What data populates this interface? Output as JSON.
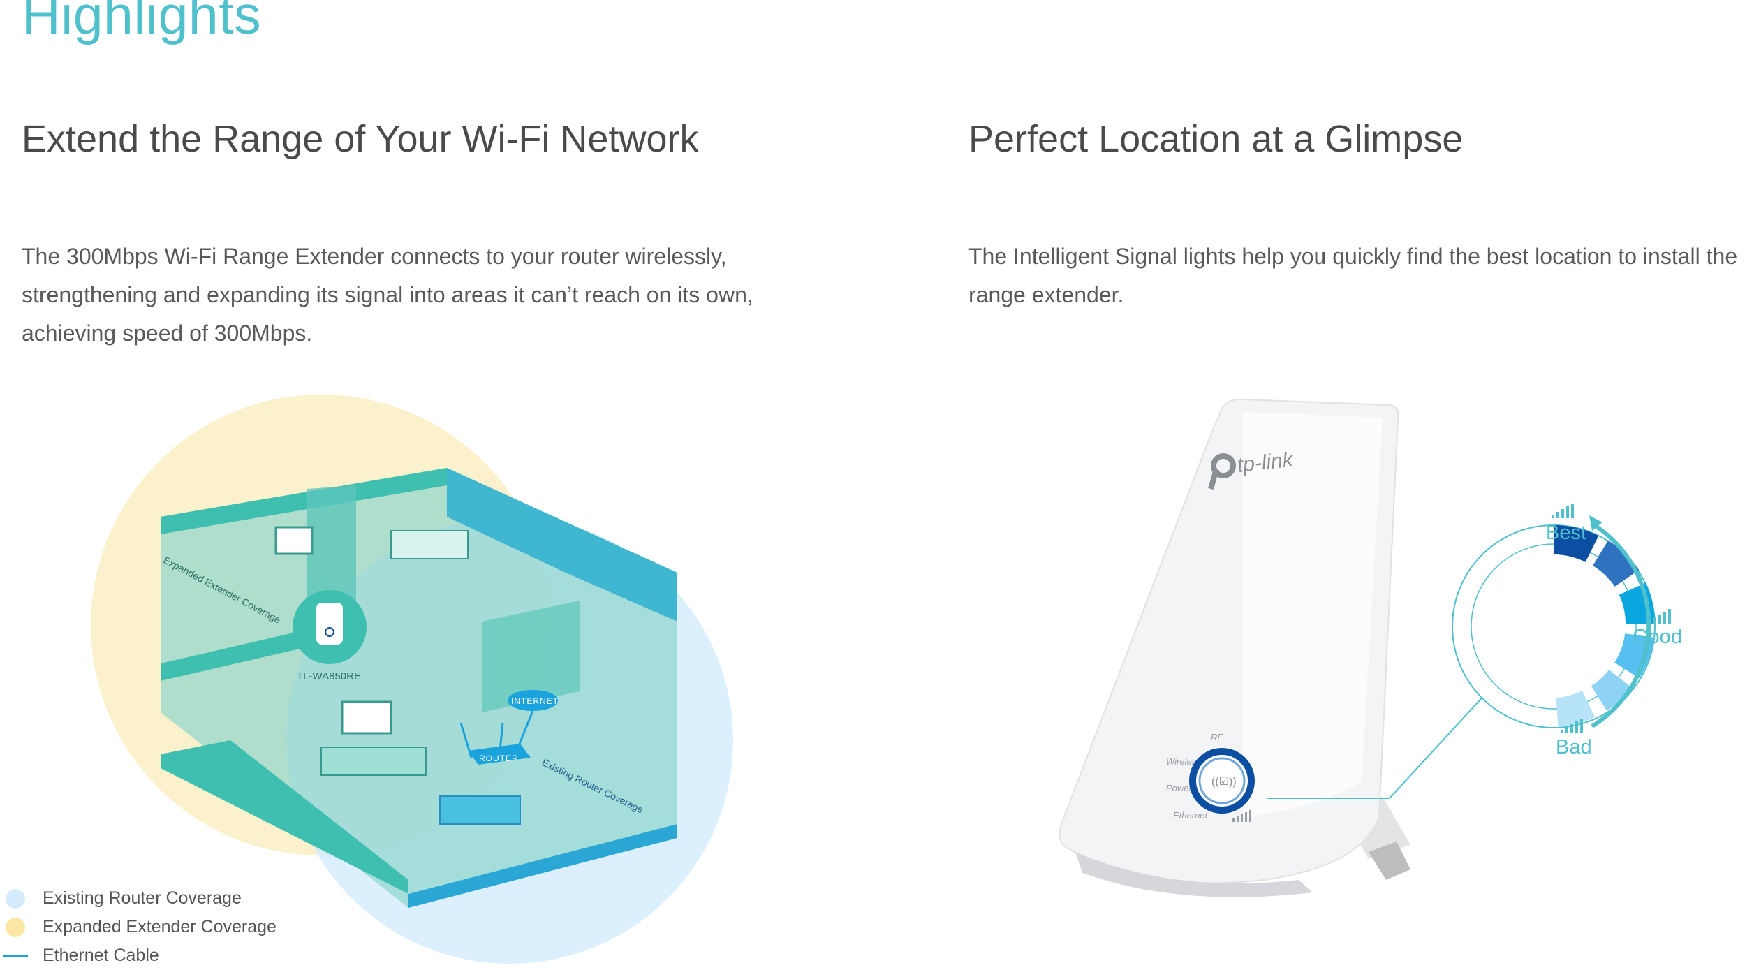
{
  "page": {
    "heading": "Highlights"
  },
  "left": {
    "title": "Extend the Range of Your Wi-Fi Network",
    "description": "The 300Mbps Wi-Fi Range Extender connects to your router wirelessly, strengthening and expanding its signal into areas it can’t reach on its own, achieving speed of 300Mbps.",
    "illustration": {
      "extender_label": "Expanded Extender Coverage",
      "router_coverage_label": "Existing Router Coverage",
      "device_model": "TL-WA850RE",
      "internet_label": "INTERNET",
      "router_label": "ROUTER"
    },
    "legend": [
      {
        "label": "Existing Router Coverage",
        "color": "#d4ecfb",
        "kind": "circle"
      },
      {
        "label": "Expanded Extender Coverage",
        "color": "#fbe7a3",
        "kind": "circle"
      },
      {
        "label": "Ethernet Cable",
        "color": "#1aa3dc",
        "kind": "line"
      }
    ]
  },
  "right": {
    "title": "Perfect Location at a Glimpse",
    "description": "The Intelligent Signal lights help you quickly find the best location to install the range extender.",
    "device": {
      "brand": "tp-link",
      "indicators": [
        "RE",
        "Wireless",
        "Power",
        "Ethernet"
      ]
    },
    "signal_levels": [
      {
        "label": "Best",
        "color": "#4fc0cc"
      },
      {
        "label": "Good",
        "color": "#4fc0cc"
      },
      {
        "label": "Bad",
        "color": "#4fc0cc"
      }
    ]
  },
  "colors": {
    "accent": "#4fc0cc",
    "teal_room": "#3fbfb0",
    "router_blue": "#1aa3dc",
    "ring_dark": "#0b4ea2"
  }
}
